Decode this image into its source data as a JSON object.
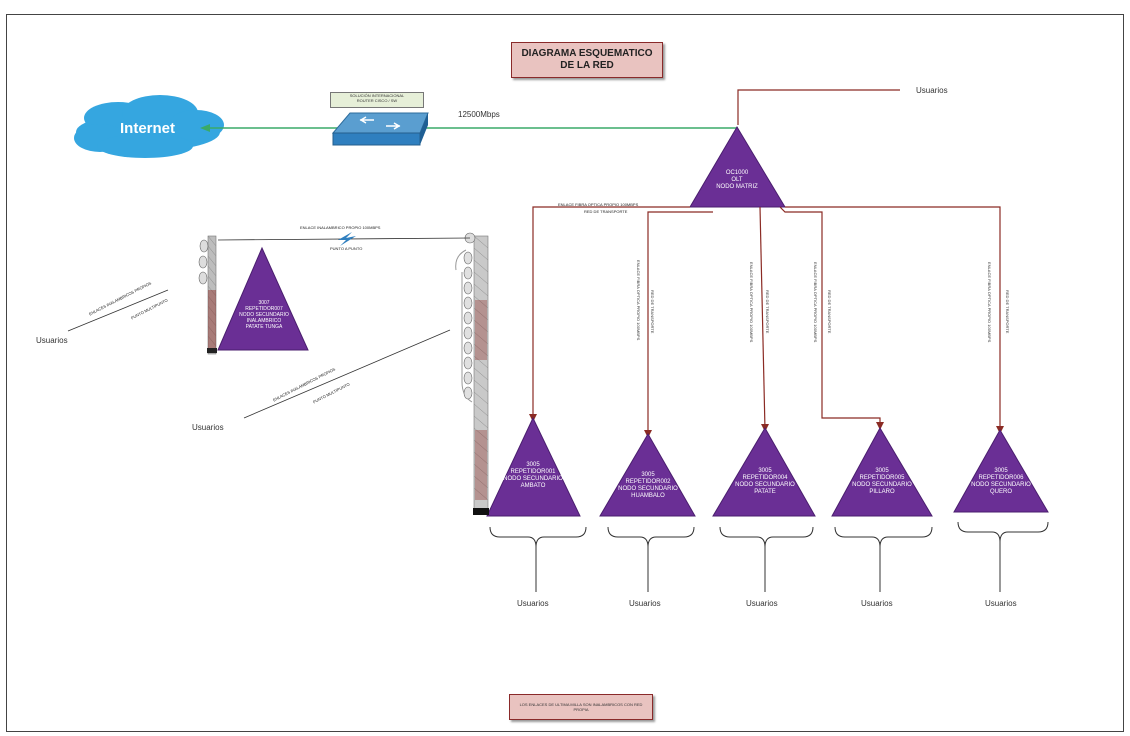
{
  "title": {
    "line1": "DIAGRAMA ESQUEMATICO",
    "line2": "DE LA RED"
  },
  "internet_label": "Internet",
  "switch_caption": {
    "line1": "SOLUCIÓN INTERNACIONAL",
    "line2": "ROUTER CISCO / SW"
  },
  "bandwidth_label": "12500Mbps",
  "users_label": "Usuarios",
  "main_node": {
    "text": "OC1000\nOLT\nNODO MATRIZ"
  },
  "fiber_link_label": {
    "line1": "ENLACE FIBRA OPTICA PROPIO 100MBPS",
    "line2": "RED DE TRANSPORTE"
  },
  "wireless_link_label": {
    "line1": "ENLACE INALAMBRICO PROPIO 100MBPS",
    "line2": "PUNTO A PUNTO"
  },
  "left_diag_label": {
    "line1": "ENLACES INALAMBRICOS PROPIOS",
    "line2": "PUNTO MULTIPUNTO"
  },
  "tower_diag_label": {
    "line1": "ENLACES INALAMBRICOS PROPIOS",
    "line2": "PUNTO MULTIPUNTO"
  },
  "wireless_node": {
    "text": "3007\nREPETIDOR007\nNODO SECUNDARIO\nINALAMBRICO\nPATATE TUNGA"
  },
  "branch_vlabels": [
    {
      "a": "ENLACE FIBRA OPTICA PROPIO 100MBPS",
      "b": "RED DE TRANSPORTE"
    },
    {
      "a": "ENLACE FIBRA OPTICA PROPIO 100MBPS",
      "b": "RED DE TRANSPORTE"
    },
    {
      "a": "ENLACE FIBRA OPTICA PROPIO 100MBPS",
      "b": "RED DE TRANSPORTE"
    },
    {
      "a": "ENLACE FIBRA OPTICA PROPIO 100MBPS",
      "b": "RED DE TRANSPORTE"
    }
  ],
  "secondary_nodes": [
    {
      "text": "3005\nREPETIDOR001\nNODO SECUNDARIO\nAMBATO"
    },
    {
      "text": "3005\nREPETIDOR002\nNODO SECUNDARIO\nHUAMBALO"
    },
    {
      "text": "3005\nREPETIDOR004\nNODO SECUNDARIO\nPATATE"
    },
    {
      "text": "3005\nREPETIDOR005\nNODO SECUNDARIO\nPILLARO"
    },
    {
      "text": "3005\nREPETIDOR006\nNODO SECUNDARIO\nQUERO"
    }
  ],
  "footer_text": "LOS ENLACES DE ULTIMA MILLA SON INALAMBRICOS CON RED PROPIA",
  "colors": {
    "node": "#6a2f95",
    "fiber": "#8b2b24",
    "internet_link": "#3aaa68",
    "cloud": "#35a6e0",
    "title_bg": "#e9c3c0"
  }
}
